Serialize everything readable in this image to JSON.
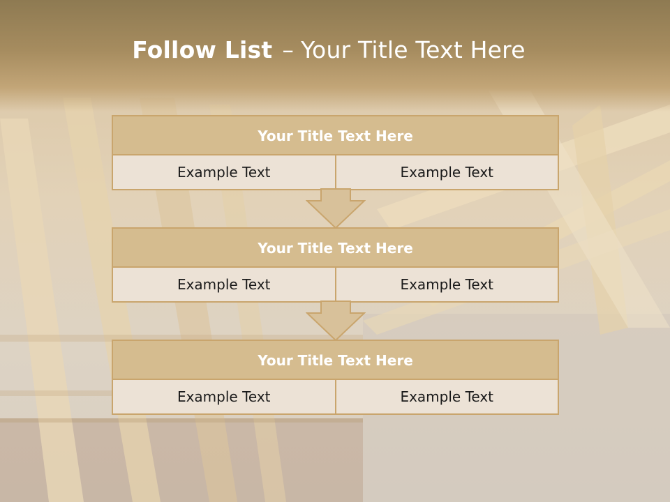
{
  "slide": {
    "title_strong": "Follow List",
    "title_dash": "–",
    "title_rest": "Your Title Text Here"
  },
  "blocks": [
    {
      "title": "Your Title Text Here",
      "left": "Example Text",
      "right": "Example Text"
    },
    {
      "title": "Your Title Text Here",
      "left": "Example Text",
      "right": "Example Text"
    },
    {
      "title": "Your Title Text Here",
      "left": "Example Text",
      "right": "Example Text"
    }
  ],
  "colors": {
    "header_band": "#a68c5f",
    "block_title_bg": "#d5bc8f",
    "block_cell_bg": "#ece2d6",
    "border": "#c9a56d"
  }
}
